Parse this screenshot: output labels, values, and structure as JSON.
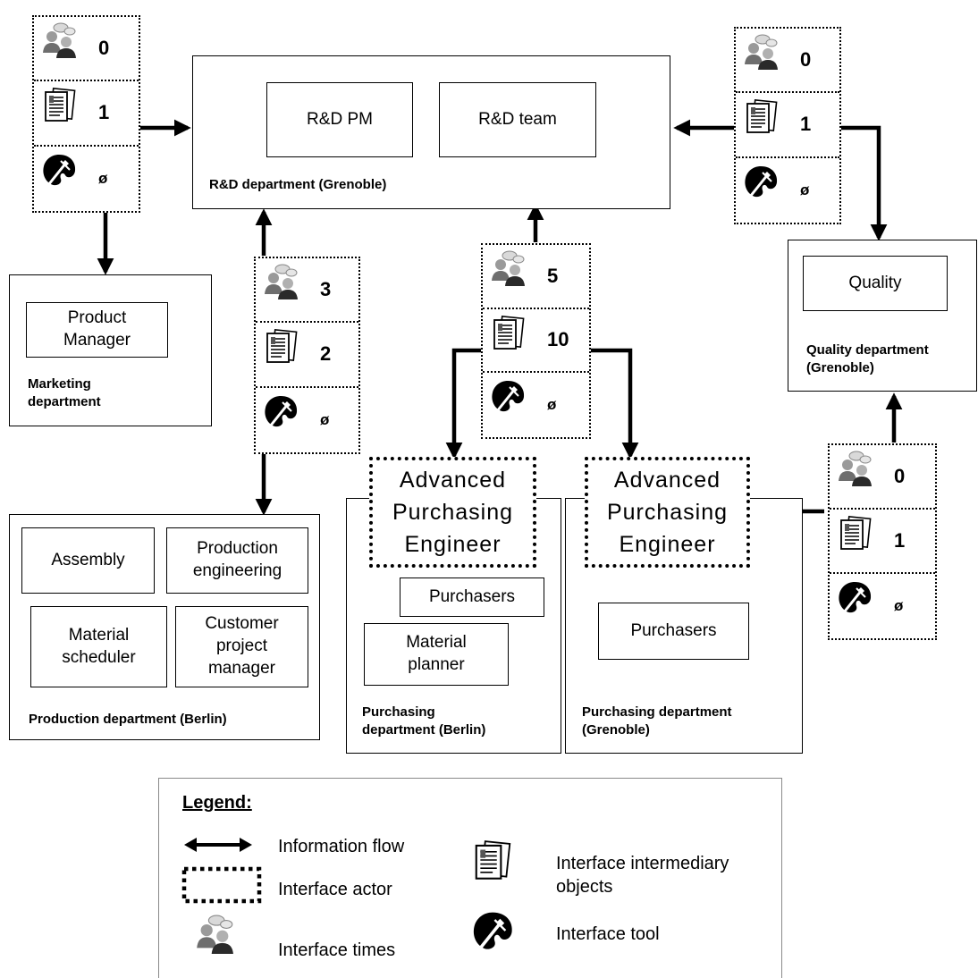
{
  "departments": {
    "rd": {
      "label": "R&D department (Grenoble)",
      "roles": {
        "pm": "R&D PM",
        "team": "R&D team"
      }
    },
    "marketing": {
      "label": "Marketing\ndepartment",
      "roles": {
        "product_manager": "Product\nManager"
      }
    },
    "production": {
      "label": "Production department (Berlin)",
      "roles": {
        "assembly": "Assembly",
        "production_engineering": "Production\nengineering",
        "material_scheduler": "Material\nscheduler",
        "customer_pm": "Customer\nproject\nmanager"
      }
    },
    "purchasing_berlin": {
      "label": "Purchasing\ndepartment (Berlin)",
      "actor": "Advanced\nPurchasing\nEngineer",
      "roles": {
        "purchasers": "Purchasers",
        "material_planner": "Material\nplanner"
      }
    },
    "purchasing_grenoble": {
      "label": "Purchasing department\n(Grenoble)",
      "actor": "Advanced\nPurchasing\nEngineer",
      "roles": {
        "purchasers": "Purchasers"
      }
    },
    "quality": {
      "label": "Quality department\n(Grenoble)",
      "roles": {
        "quality": "Quality"
      }
    }
  },
  "interfaces": {
    "marketing_rd": {
      "times": "0",
      "objects": "1",
      "tool": "ø"
    },
    "quality_rd": {
      "times": "0",
      "objects": "1",
      "tool": "ø"
    },
    "production_rd": {
      "times": "3",
      "objects": "2",
      "tool": "ø"
    },
    "purchasing_rd": {
      "times": "5",
      "objects": "10",
      "tool": "ø"
    },
    "quality_purchasing": {
      "times": "0",
      "objects": "1",
      "tool": "ø"
    }
  },
  "legend": {
    "title": "Legend:",
    "information_flow": "Information flow",
    "interface_actor": "Interface actor",
    "interface_times": "Interface times",
    "interface_objects": "Interface intermediary\n objects",
    "interface_tool": "Interface tool"
  },
  "icons": {
    "times": "people-meeting-icon",
    "objects": "documents-icon",
    "tool": "palette-tool-icon"
  }
}
